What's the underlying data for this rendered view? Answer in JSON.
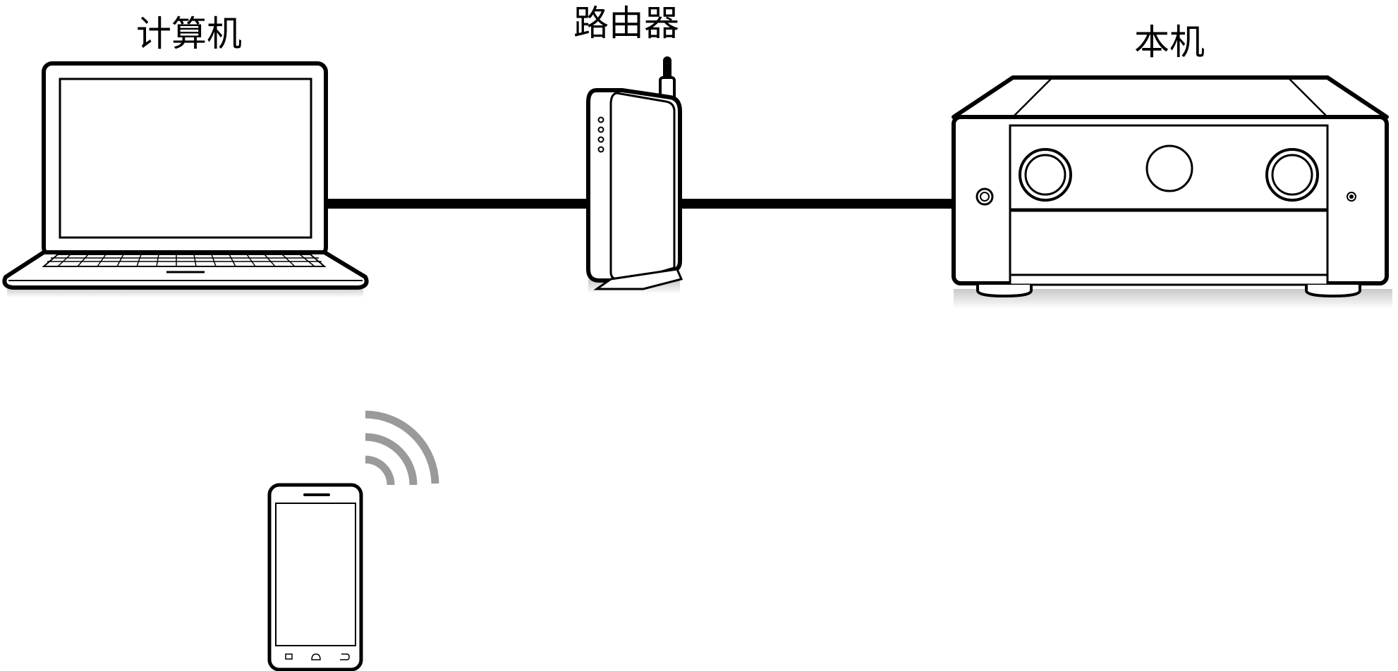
{
  "labels": {
    "computer": "计算机",
    "router": "路由器",
    "unit": "本机"
  },
  "connections": [
    {
      "from": "computer",
      "to": "router",
      "type": "wired"
    },
    {
      "from": "router",
      "to": "unit",
      "type": "wired"
    },
    {
      "from": "smartphone",
      "to": "router",
      "type": "wireless"
    }
  ],
  "colors": {
    "line": "#000000",
    "background": "#ffffff",
    "shadow": "#d8d8d8",
    "wifi_waves": "#9a9a9a"
  },
  "icons": {
    "computer": "laptop-icon",
    "router": "router-icon",
    "unit": "av-receiver-icon",
    "smartphone": "smartphone-icon",
    "wireless": "wifi-signal-icon"
  }
}
